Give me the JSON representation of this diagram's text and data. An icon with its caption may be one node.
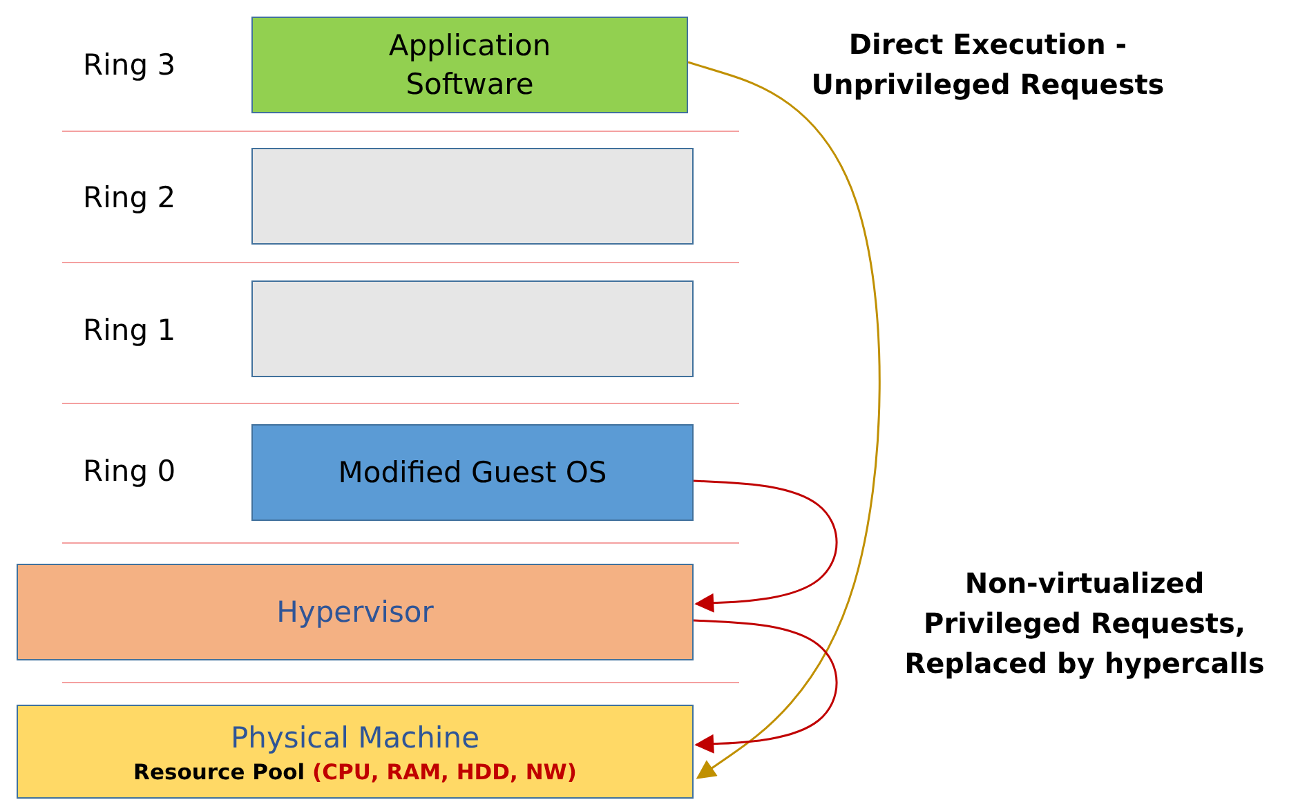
{
  "diagram": {
    "nodes": [
      {
        "text": [
          "Application Software"
        ]
      },
      {
        "text": [],
        "shape": "box"
      },
      {
        "text": [],
        "shape": "box"
      },
      {
        "text": [
          "Modified Guest OS"
        ]
      },
      {
        "text": [
          "Hypervisor"
        ]
      },
      {
        "text": [
          "Physical Machine",
          "Resource Pool",
          "(CPU, RAM, HDD, NW)"
        ]
      }
    ],
    "edges": [
      {
        "from": 0,
        "to": 5,
        "arrow": "to",
        "color": "#c09000"
      },
      {
        "from": 3,
        "to": 4,
        "arrow": "to"
      },
      {
        "from": 4,
        "to": 5,
        "arrow": "to"
      }
    ],
    "labels": [
      "Ring 3",
      "Direct Execution - Unprivileged Requests",
      "Ring 2",
      "Ring 1",
      "Ring 0",
      "Non-virtualized Privileged Requests, Replaced by hypercalls"
    ]
  }
}
